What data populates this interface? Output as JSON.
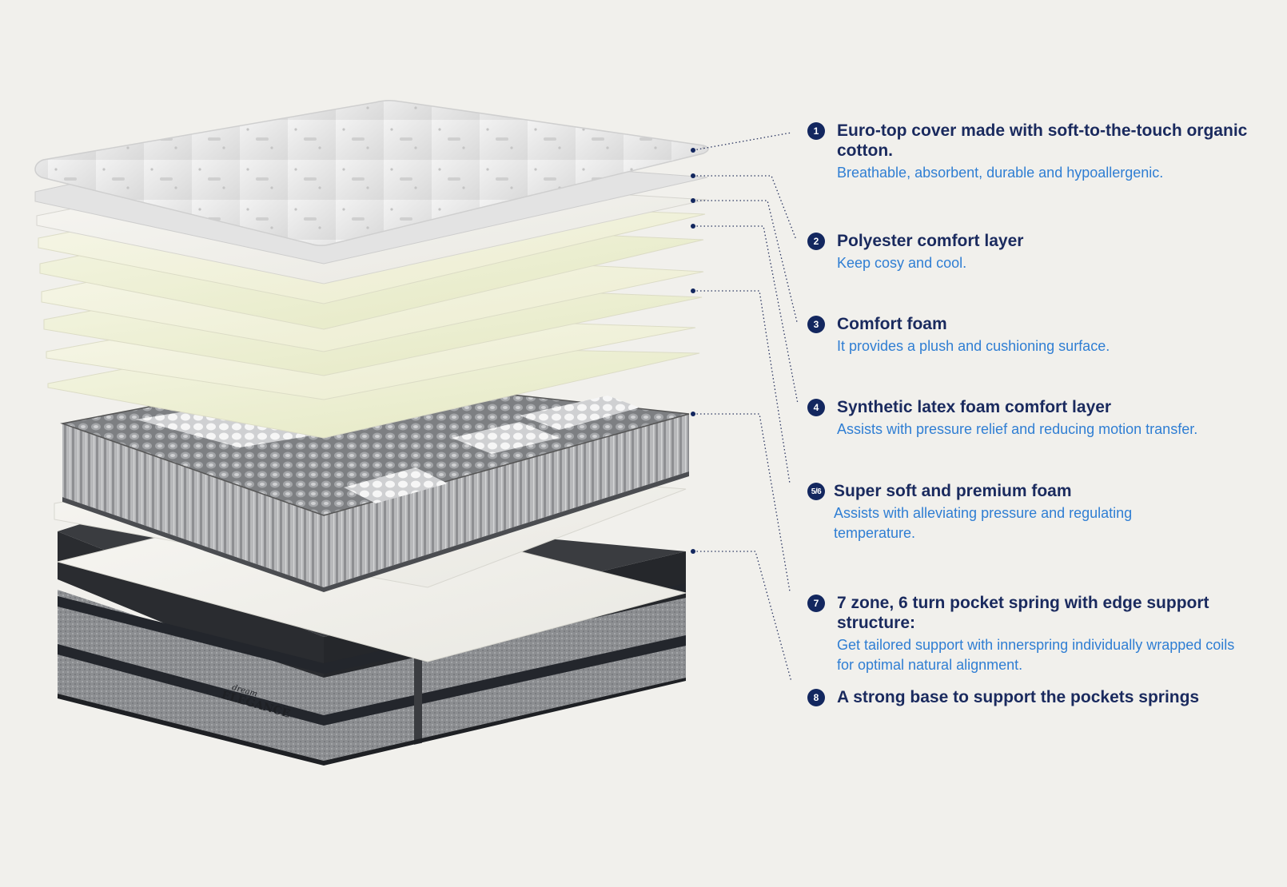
{
  "diagram": {
    "brand_logo_text": [
      "dream",
      "ELEGANCE"
    ],
    "callouts": [
      {
        "badge": "1",
        "title": "Euro-top cover made with soft-to-the-touch organic cotton.",
        "description": "Breathable, absorbent, durable and hypoallergenic."
      },
      {
        "badge": "2",
        "title": "Polyester comfort layer",
        "description": "Keep cosy and cool."
      },
      {
        "badge": "3",
        "title": "Comfort foam",
        "description": "It provides a plush and cushioning surface."
      },
      {
        "badge": "4",
        "title": "Synthetic latex foam comfort layer",
        "description": "Assists with pressure relief and reducing motion transfer."
      },
      {
        "badge": "5/6",
        "title": "Super soft and premium foam",
        "description": "Assists with alleviating pressure and regulating temperature."
      },
      {
        "badge": "7",
        "title": "7 zone, 6 turn pocket spring with edge support structure:",
        "description": "Get tailored support with innerspring individually wrapped coils for optimal natural alignment."
      },
      {
        "badge": "8",
        "title": "A strong base to support the pockets springs"
      }
    ]
  },
  "colors": {
    "background": "#f1f0ec",
    "badge": "#13275f",
    "title": "#1a2a5e",
    "description": "#2f7ed3"
  }
}
